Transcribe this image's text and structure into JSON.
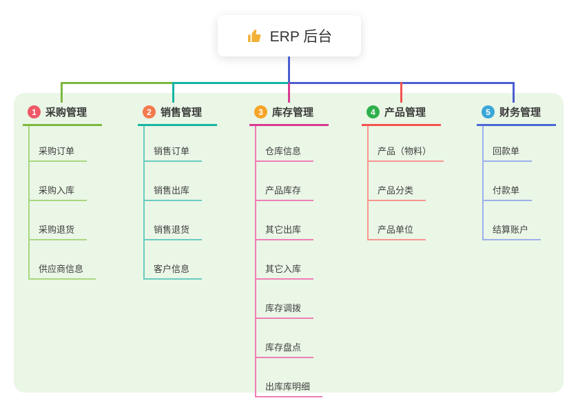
{
  "root": {
    "title": "ERP 后台",
    "icon": "thumbs-up"
  },
  "colors": {
    "panel_bg": "#eaf6e6",
    "root_line": "#4a5ed0",
    "icon_fill": "#f2b137"
  },
  "branches": [
    {
      "num": "1",
      "title": "采购管理",
      "badge_color": "#ee5867",
      "line_color": "#7cb93f",
      "child_line_color": "#a8d77f",
      "items": [
        "采购订单",
        "采购入库",
        "采购退货",
        "供应商信息"
      ]
    },
    {
      "num": "2",
      "title": "销售管理",
      "badge_color": "#f37a4e",
      "line_color": "#14b5a3",
      "child_line_color": "#68ccbe",
      "items": [
        "销售订单",
        "销售出库",
        "销售退货",
        "客户信息"
      ]
    },
    {
      "num": "3",
      "title": "库存管理",
      "badge_color": "#f6a428",
      "line_color": "#d83b92",
      "child_line_color": "#ef7eb5",
      "items": [
        "仓库信息",
        "产品库存",
        "其它出库",
        "其它入库",
        "库存调拨",
        "库存盘点",
        "出库库明细"
      ]
    },
    {
      "num": "4",
      "title": "产品管理",
      "badge_color": "#2eb04c",
      "line_color": "#f4534f",
      "child_line_color": "#f7958f",
      "items": [
        "产品（物料）",
        "产品分类",
        "产品单位"
      ]
    },
    {
      "num": "5",
      "title": "财务管理",
      "badge_color": "#39a7d9",
      "line_color": "#4a66d4",
      "child_line_color": "#9db0ea",
      "items": [
        "回款单",
        "付款单",
        "结算账户"
      ]
    }
  ]
}
